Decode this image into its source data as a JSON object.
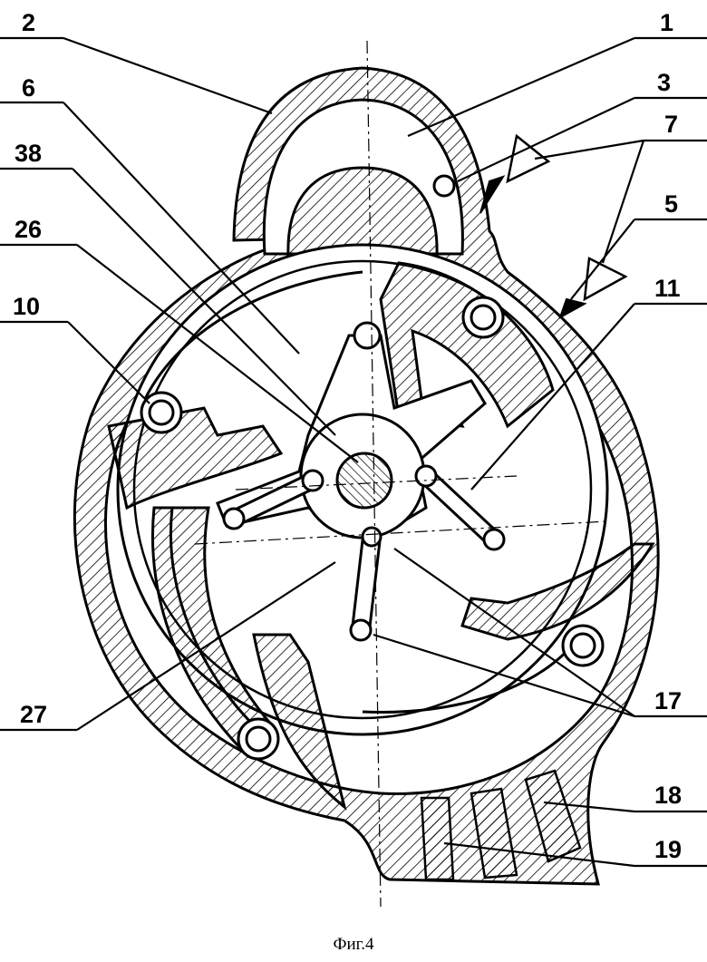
{
  "figure": {
    "caption": "Фиг.4"
  },
  "callouts": [
    {
      "id": "2",
      "label": "2"
    },
    {
      "id": "1",
      "label": "1"
    },
    {
      "id": "6",
      "label": "6"
    },
    {
      "id": "3",
      "label": "3"
    },
    {
      "id": "38",
      "label": "38"
    },
    {
      "id": "7",
      "label": "7"
    },
    {
      "id": "26",
      "label": "26"
    },
    {
      "id": "5",
      "label": "5"
    },
    {
      "id": "10",
      "label": "10"
    },
    {
      "id": "11",
      "label": "11"
    },
    {
      "id": "27",
      "label": "27"
    },
    {
      "id": "17",
      "label": "17"
    },
    {
      "id": "18",
      "label": "18"
    },
    {
      "id": "19",
      "label": "19"
    }
  ],
  "colors": {
    "ink": "#000000",
    "paper": "#ffffff"
  }
}
